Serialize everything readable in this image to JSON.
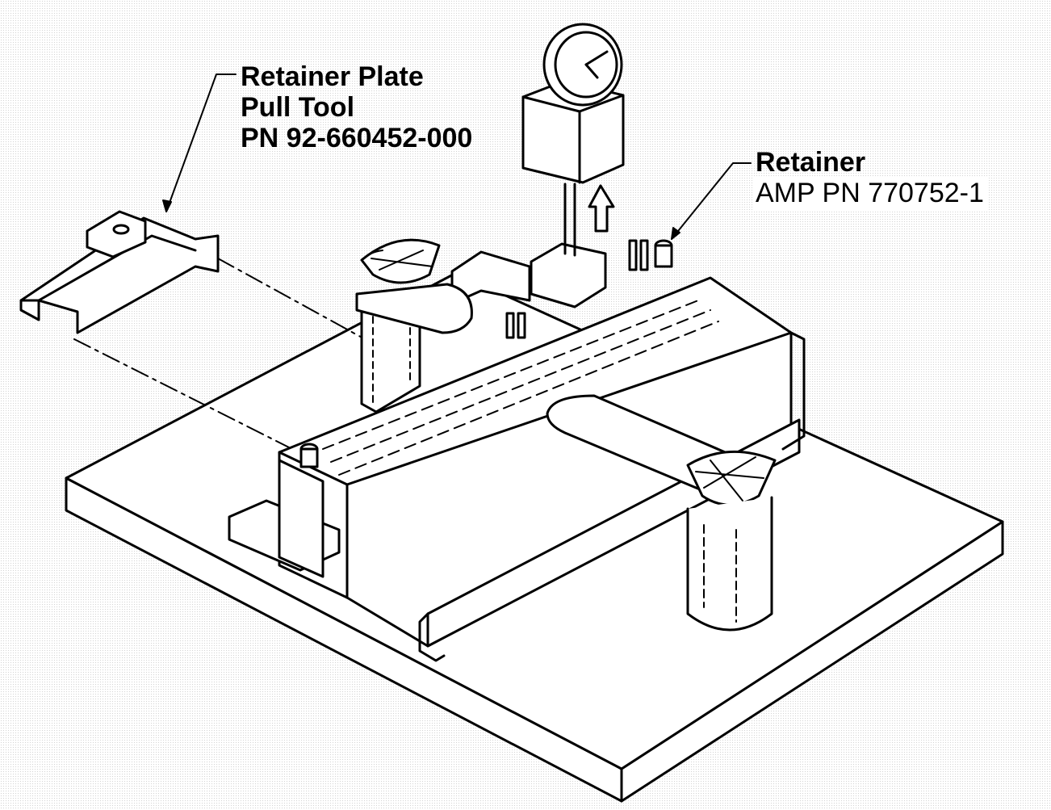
{
  "callouts": {
    "pull_tool": {
      "line1": "Retainer Plate",
      "line2": "Pull Tool",
      "line3": "PN 92-660452-000"
    },
    "retainer": {
      "line1": "Retainer",
      "line2": "AMP PN 770752-1"
    }
  },
  "colors": {
    "ink": "#000000",
    "paper": "#ffffff"
  }
}
